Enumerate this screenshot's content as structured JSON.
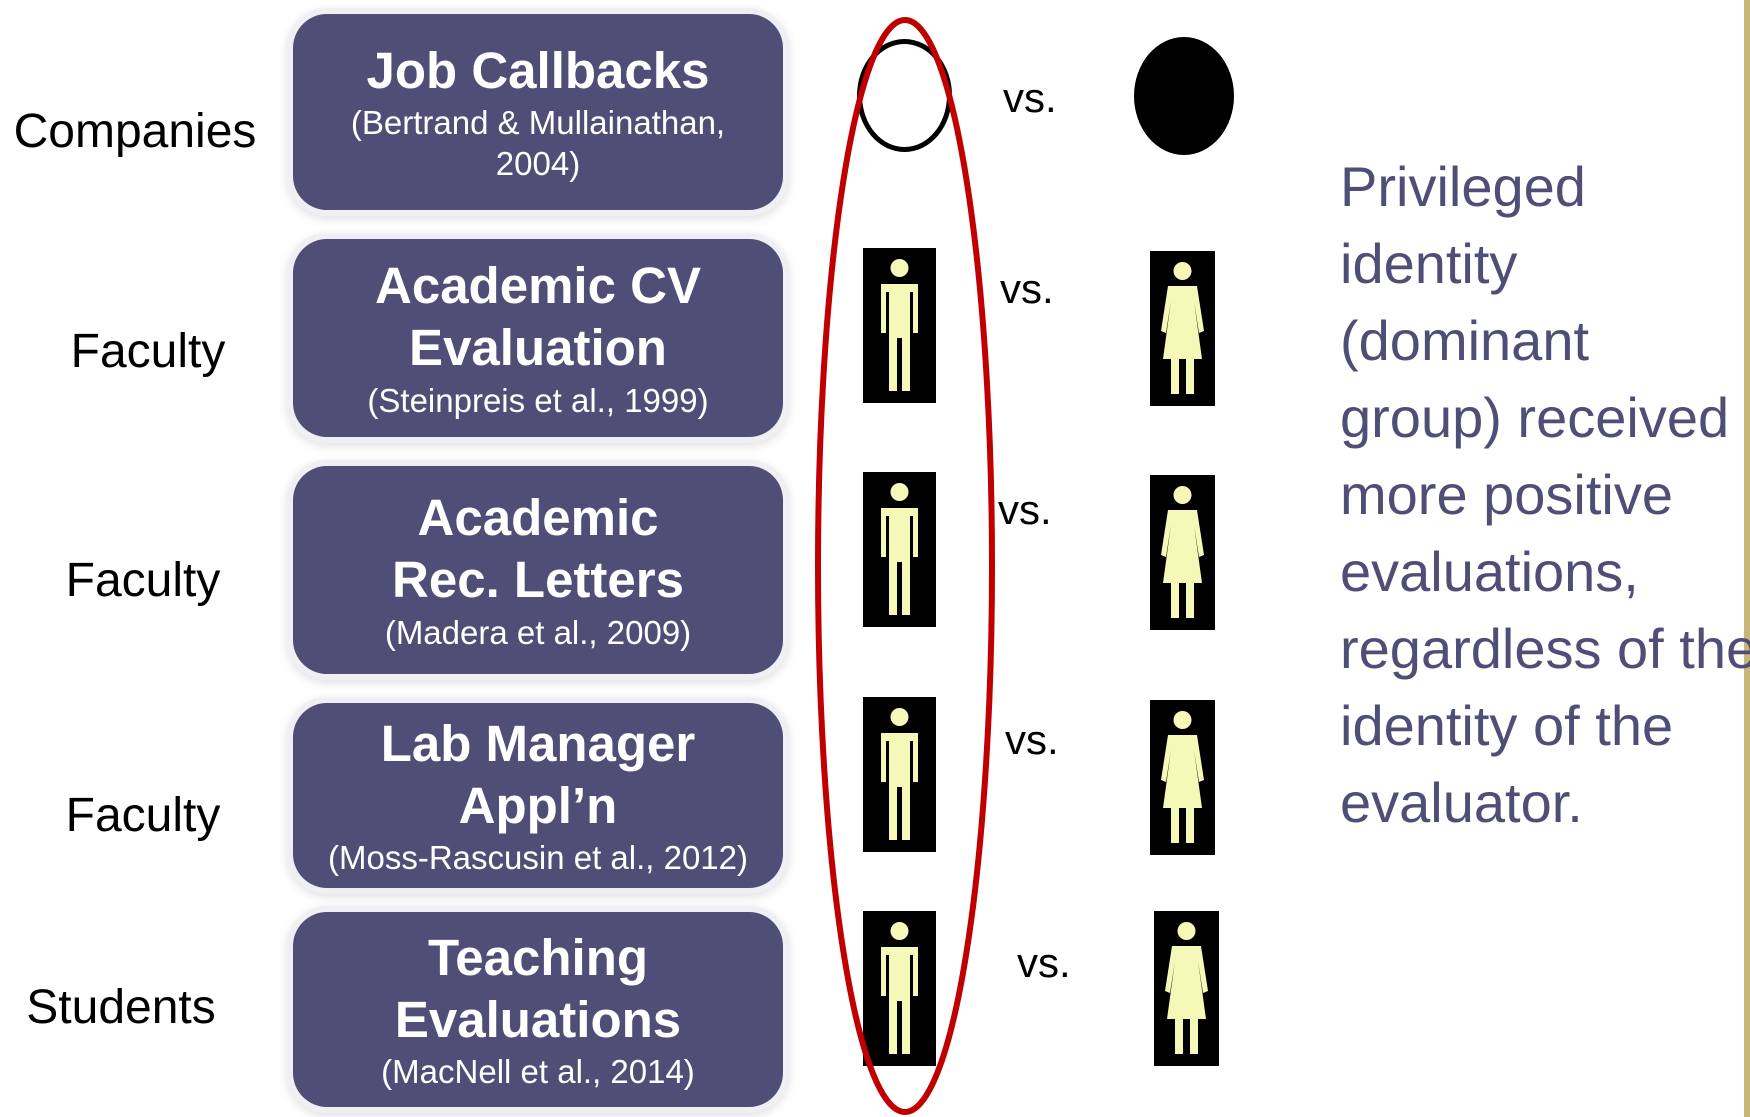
{
  "rows": [
    {
      "evaluator": "Companies",
      "title": "Job Callbacks",
      "citation": "(Bertrand & Mullainathan,\n2004)",
      "comparison": "circle",
      "vs": "vs."
    },
    {
      "evaluator": "Faculty",
      "title": "Academic CV\nEvaluation",
      "citation": "(Steinpreis et al., 1999)",
      "comparison": "gender",
      "vs": "vs."
    },
    {
      "evaluator": "Faculty",
      "title": "Academic\nRec. Letters",
      "citation": "(Madera et al., 2009)",
      "comparison": "gender",
      "vs": "vs."
    },
    {
      "evaluator": "Faculty",
      "title": "Lab Manager\nAppl’n",
      "citation": "(Moss-Rascusin et al., 2012)",
      "comparison": "gender",
      "vs": "vs."
    },
    {
      "evaluator": "Students",
      "title": "Teaching\nEvaluations",
      "citation": "(MacNell et al., 2014)",
      "comparison": "gender",
      "vs": "vs."
    }
  ],
  "conclusion": "Privileged identity (dominant group) received more positive evaluations, regardless of the identity of the evaluator.",
  "colors": {
    "box_fill": "#4f4e77",
    "highlight": "#c00000",
    "figure_fill": "#f6f8b8",
    "figure_bg": "#000000",
    "conclusion_text": "#4f4e77"
  },
  "icons": {
    "privileged_group": "white-circle-icon",
    "other_group": "black-circle-icon",
    "male": "male-figure-icon",
    "female": "female-figure-icon"
  }
}
